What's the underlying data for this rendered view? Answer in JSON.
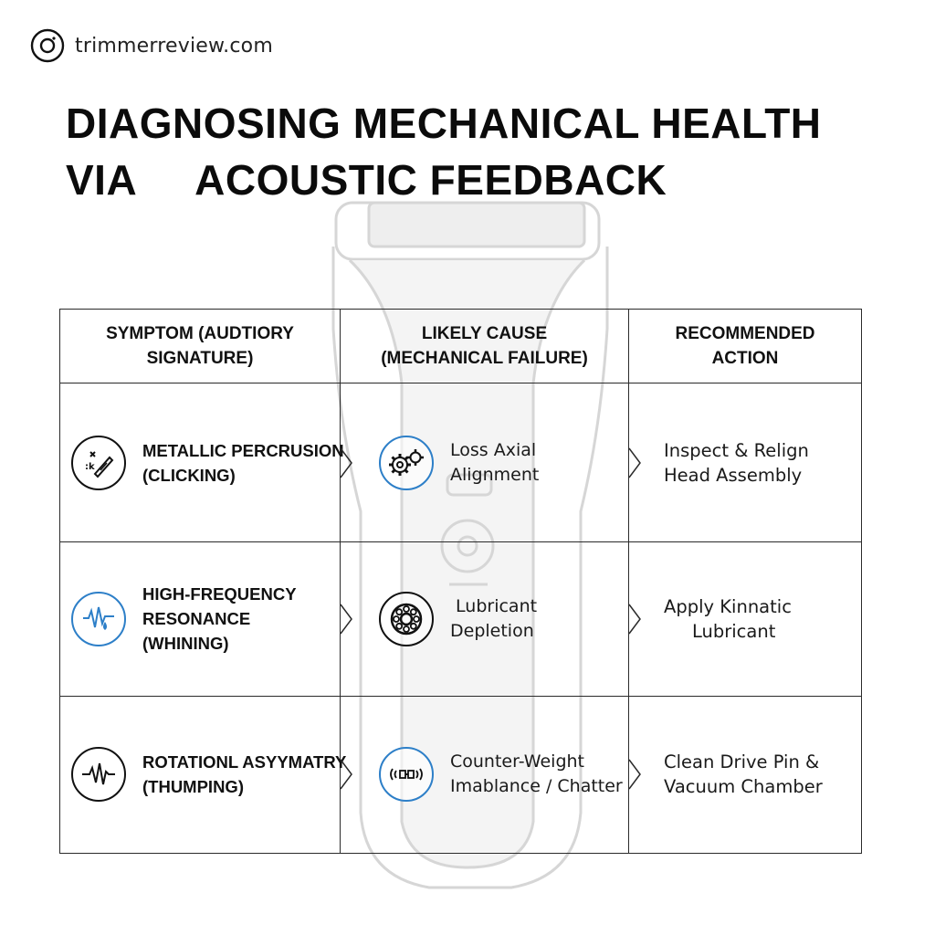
{
  "site": {
    "domain": "trimmerreview.com",
    "icon": "camera-icon"
  },
  "title": "DIAGNOSING MECHANICAL HEALTH\nVIA     ACOUSTIC FEEDBACK",
  "table": {
    "headers": [
      "SYMPTOM (AUDTIORY\nSIGNATURE)",
      "LIKELY CAUSE\n(MECHANICAL FAILURE)",
      "RECOMMENDED\nACTION"
    ],
    "rows": [
      {
        "symptom": "METALLIC PERCRUSION\n(CLICKING)",
        "symptom_icon": "clicking-sound-icon",
        "cause": "Loss Axial\nAlignment",
        "cause_icon": "gears-icon",
        "action": "Inspect & Relign\nHead Assembly"
      },
      {
        "symptom": "HIGH-FREQUENCY\nRESONANCE\n(WHINING)",
        "symptom_icon": "waveform-drop-icon",
        "cause": " Lubricant\nDepletion",
        "cause_icon": "bearing-icon",
        "action": "Apply Kinnatic\n     Lubricant"
      },
      {
        "symptom": "ROTATIONL ASYYMATRY\n(THUMPING)",
        "symptom_icon": "pulse-icon",
        "cause": "Counter-Weight\nImablance / Chatter",
        "cause_icon": "vibration-icon",
        "action": "Clean Drive Pin &\nVacuum Chamber"
      }
    ]
  },
  "colors": {
    "accent": "#2d7fc8",
    "border": "#2a2a2a",
    "text": "#111111"
  }
}
